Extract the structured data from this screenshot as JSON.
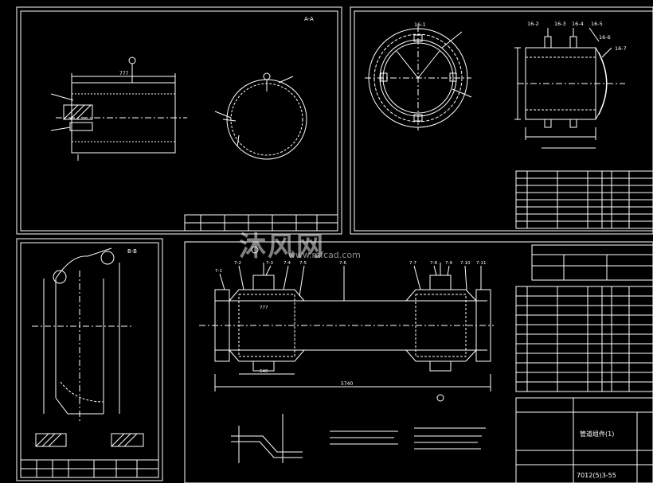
{
  "drawing": {
    "background_color": "#000000",
    "line_color": "#ffffff",
    "dim_color": "#e8e8e8",
    "panels": {
      "top_left": {
        "corner_mark": "A-A",
        "dim_width": "777"
      },
      "top_right": {
        "labels": [
          "16-1",
          "16-2",
          "16-3",
          "16-4",
          "16-5",
          "16-6",
          "16-7"
        ]
      },
      "bottom_left": {
        "corner_mark": "B-B"
      },
      "main": {
        "callouts": [
          "7-1",
          "7-2",
          "7-3",
          "7-4",
          "7-5",
          "7-6",
          "7-7",
          "7-8",
          "7-9",
          "7-10",
          "7-11"
        ],
        "overall_length": "5740",
        "inner_dim": "777",
        "sub_dim": "540",
        "title_block": {
          "title": "管道组件(1)",
          "drawing_number": "7012(5)3-55"
        }
      }
    },
    "watermark": {
      "logo_text": "沐风网",
      "url_text": "www.mfcad.com"
    }
  }
}
